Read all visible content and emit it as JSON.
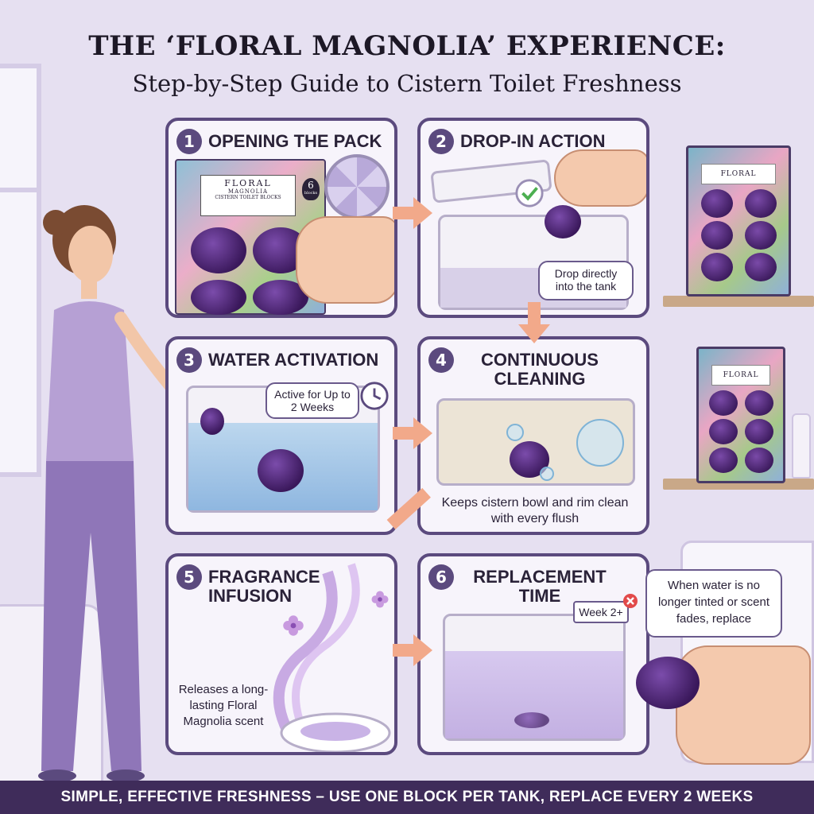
{
  "header": {
    "title": "THE ‘FLORAL MAGNOLIA’ EXPERIENCE:",
    "subtitle": "Step-by-Step Guide to Cistern Toilet Freshness"
  },
  "steps": [
    {
      "number": "1",
      "title": "OPENING THE PACK"
    },
    {
      "number": "2",
      "title": "DROP-IN ACTION",
      "callout": "Drop directly into the tank"
    },
    {
      "number": "3",
      "title": "WATER ACTIVATION",
      "callout": "Active for Up to 2 Weeks"
    },
    {
      "number": "4",
      "title": "CONTINUOUS CLEANING",
      "caption": "Keeps cistern bowl and rim clean with every flush"
    },
    {
      "number": "5",
      "title": "FRAGRANCE INFUSION",
      "caption": "Releases a long-lasting Floral Magnolia scent"
    },
    {
      "number": "6",
      "title": "REPLACEMENT TIME",
      "badge": "Week 2+",
      "callout": "When water is no longer tinted or scent fades, replace"
    }
  ],
  "pack": {
    "brand": "FLORAL",
    "variant": "MAGNOLIA",
    "product": "CISTERN TOILET BLOCKS",
    "count": "6",
    "count_unit": "blocks"
  },
  "side_packs": [
    {
      "brand": "FLORAL",
      "count": "6"
    },
    {
      "brand": "FLORAL",
      "count": "6"
    }
  ],
  "footer": {
    "text": "SIMPLE, EFFECTIVE FRESHNESS – USE ONE BLOCK PER TANK, REPLACE EVERY 2 WEEKS"
  },
  "icons": {
    "check": "check-icon",
    "clock": "clock-icon",
    "calendar": "calendar-icon",
    "flower": "magnolia-flower-icon"
  },
  "colors": {
    "background": "#e6e0f1",
    "panel_border": "#5b4a7e",
    "block_purple": "#4a2270",
    "arrow": "#f2a98a",
    "footer": "#3f2c5a"
  }
}
